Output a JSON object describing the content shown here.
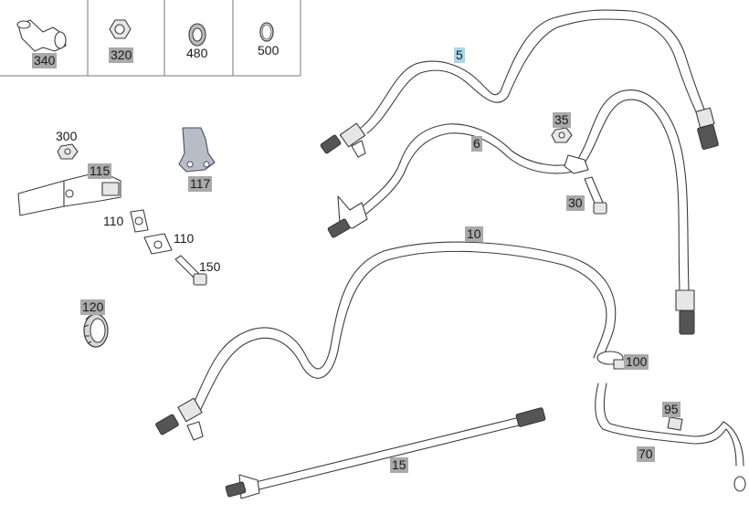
{
  "header_parts": [
    {
      "id": "cell-340",
      "label": "340",
      "style": "gray"
    },
    {
      "id": "cell-320",
      "label": "320",
      "style": "gray"
    },
    {
      "id": "cell-480",
      "label": "480",
      "style": "plain"
    },
    {
      "id": "cell-500",
      "label": "500",
      "style": "plain"
    }
  ],
  "callouts": {
    "p5": "5",
    "p6": "6",
    "p35": "35",
    "p30": "30",
    "p10": "10",
    "p100": "100",
    "p95": "95",
    "p70": "70",
    "p15": "15",
    "p300": "300",
    "p115": "115",
    "p117": "117",
    "p110a": "110",
    "p110b": "110",
    "p150": "150",
    "p120": "120"
  },
  "colors": {
    "gray_tag": "#a9a9a9",
    "selected_tag": "#a9d8ea",
    "line": "#3c3c3c",
    "bracket": "#b8bcc6"
  }
}
